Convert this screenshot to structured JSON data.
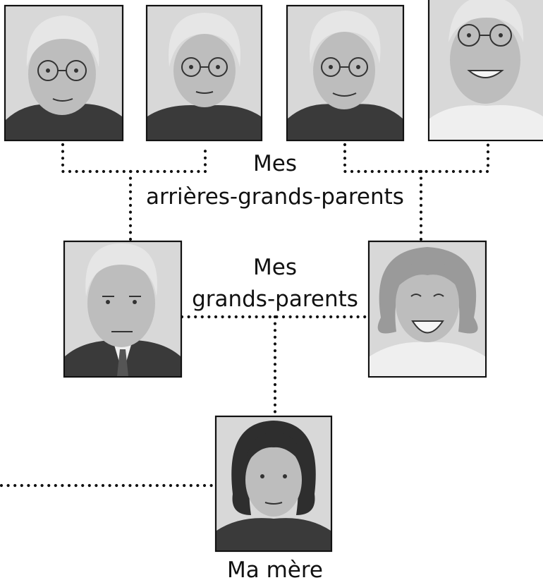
{
  "labels": {
    "great_grandparents_line1": "Mes",
    "great_grandparents_line2": "arrières-grands-parents",
    "grandparents_line1": "Mes",
    "grandparents_line2": "grands-parents",
    "mother": "Ma mère"
  },
  "portraits": [
    {
      "id": "great-grandfather-1",
      "icon": "elderly-man-glasses-portrait"
    },
    {
      "id": "great-grandmother-1",
      "icon": "elderly-woman-glasses-portrait"
    },
    {
      "id": "great-grandfather-2",
      "icon": "elderly-man-glasses-portrait"
    },
    {
      "id": "great-grandmother-2",
      "icon": "elderly-woman-smiling-portrait"
    },
    {
      "id": "grandfather",
      "icon": "man-suit-tie-portrait"
    },
    {
      "id": "grandmother",
      "icon": "woman-laughing-portrait"
    },
    {
      "id": "mother",
      "icon": "woman-dark-hair-portrait"
    }
  ]
}
